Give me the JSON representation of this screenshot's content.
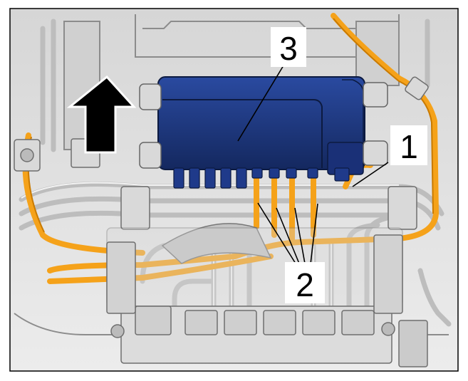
{
  "callouts": [
    {
      "id": "callout-1",
      "label": "1"
    },
    {
      "id": "callout-2",
      "label": "2"
    },
    {
      "id": "callout-3",
      "label": "3"
    }
  ],
  "colors": {
    "module_blue": "#1f3a8a",
    "module_blue_dark": "#14285f",
    "pipe_orange": "#f5a21a",
    "pipe_orange_dark": "#c97a00",
    "pipe_grey": "#c8c8c8",
    "background": "#e2e2e2",
    "arrow": "#000000"
  },
  "icons": {
    "direction_arrow": "arrow-up-icon"
  }
}
